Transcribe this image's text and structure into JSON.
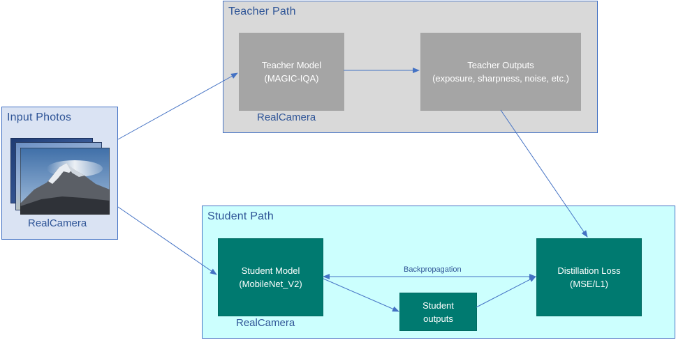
{
  "input": {
    "title": "Input Photos",
    "caption": "RealCamera"
  },
  "teacher_path": {
    "title": "Teacher Path",
    "model_line1": "Teacher Model",
    "model_line2": "(MAGIC-IQA)",
    "model_caption": "RealCamera",
    "outputs_line1": "Teacher Outputs",
    "outputs_line2": "(exposure, sharpness, noise, etc.)"
  },
  "student_path": {
    "title": "Student Path",
    "model_line1": "Student Model",
    "model_line2": "(MobileNet_V2)",
    "model_caption": "RealCamera",
    "outputs_line1": "Student",
    "outputs_line2": "outputs",
    "loss_line1": "Distillation Loss",
    "loss_line2": "(MSE/L1)",
    "backprop_label": "Backpropagation"
  },
  "colors": {
    "group_border": "#4472c4",
    "title_text": "#2f5597",
    "input_fill": "#dae3f3",
    "teacher_fill": "#d9d9d9",
    "student_fill": "#ccfffe",
    "grey_box": "#a5a5a5",
    "teal_box": "#007a70",
    "arrow": "#4472c4"
  }
}
